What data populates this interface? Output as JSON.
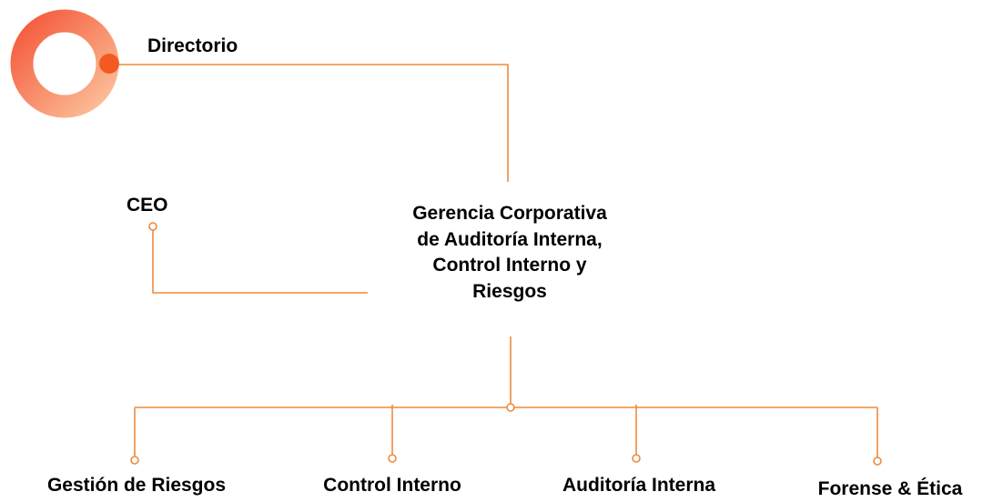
{
  "colors": {
    "line": "#ee8a3c",
    "ring_outer": "#f4593a",
    "ring_inner": "#fbb88b",
    "dot": "#f35a22",
    "text": "#000000"
  },
  "logo": {
    "icon": "ring-icon"
  },
  "nodes": {
    "directorio": "Directorio",
    "ceo": "CEO",
    "gerencia": {
      "lines": [
        "Gerencia Corporativa",
        "de Auditoría Interna,",
        "Control Interno y",
        "Riesgos"
      ]
    },
    "children": [
      {
        "label": "Gestión de Riesgos"
      },
      {
        "label": "Control Interno"
      },
      {
        "label": "Auditoría Interna"
      },
      {
        "label": "Forense & Ética"
      }
    ]
  }
}
